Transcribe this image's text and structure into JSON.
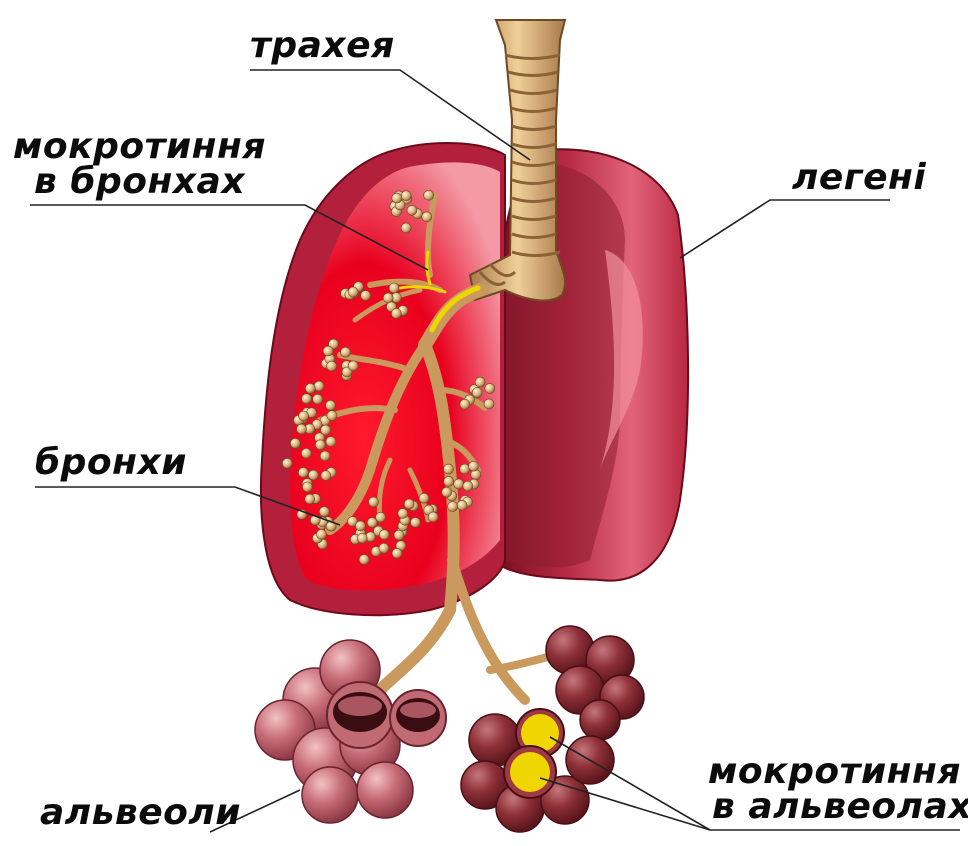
{
  "labels": {
    "trachea": "трахея",
    "sputum_bronchi_line1": "мокротиння",
    "sputum_bronchi_line2": "в бронхах",
    "lungs": "легені",
    "bronchi": "бронхи",
    "alveoli": "альвеоли",
    "sputum_alveoli_line1": "мокротиння",
    "sputum_alveoli_line2": "в альвеолах"
  },
  "colors": {
    "lung_outer": "#b3203b",
    "lung_inner": "#e8001e",
    "lung_pink": "#f3a4ae",
    "bronchi": "#c9995d",
    "sputum": "#f0d600",
    "alveoli": "#8a2a32",
    "trachea": "#d8b07a",
    "leader_line": "#222222"
  }
}
